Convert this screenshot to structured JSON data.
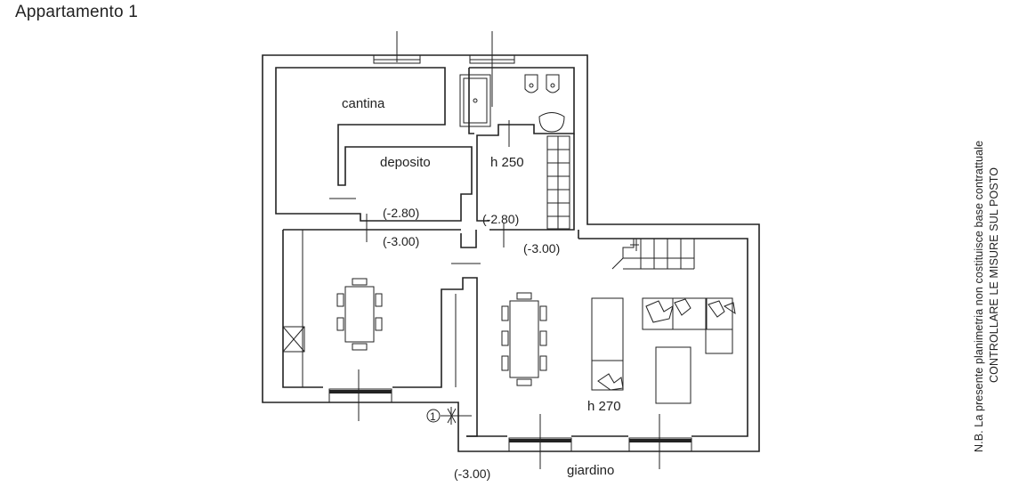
{
  "title": "Appartamento 1",
  "rooms": {
    "cantina": "cantina",
    "deposito": "deposito",
    "giardino": "giardino"
  },
  "heights": {
    "bathroom": "h 250",
    "living": "h 270"
  },
  "levels": {
    "deposito": "(-2.80)",
    "stair": "(-2.80)",
    "kitchen": "(-3.00)",
    "living": "(-3.00)",
    "garden": "(-3.00)"
  },
  "marker": "1",
  "notes": {
    "line1": "N.B. La presente planimetria non costituisce base contrattuale",
    "line2": "CONTROLLARE LE MISURE SUL POSTO"
  }
}
